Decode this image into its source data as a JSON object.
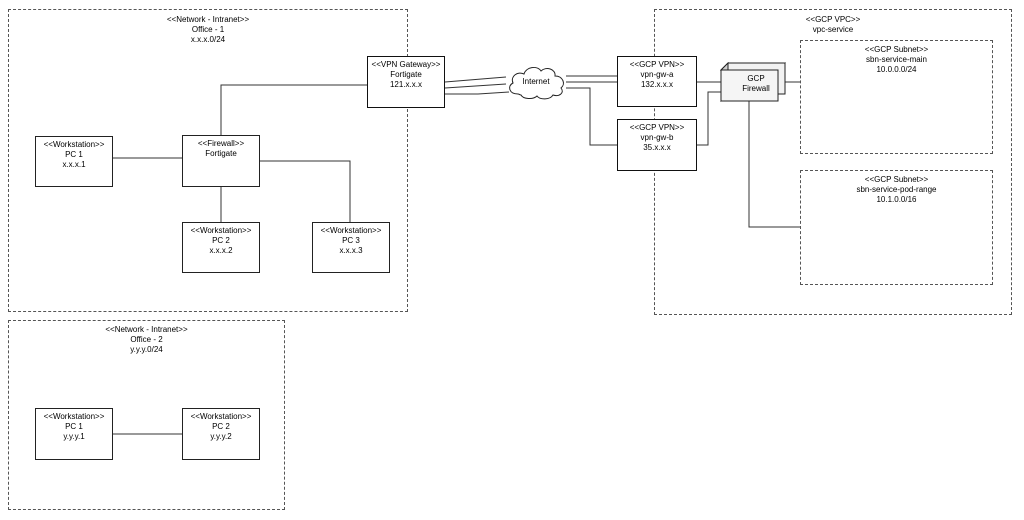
{
  "zones": {
    "office1": {
      "stereotype": "<<Network - Intranet>>",
      "name": "Office - 1",
      "cidr": "x.x.x.0/24"
    },
    "office2": {
      "stereotype": "<<Network - Intranet>>",
      "name": "Office - 2",
      "cidr": "y.y.y.0/24"
    },
    "gcp_vpc": {
      "stereotype": "<<GCP VPC>>",
      "name": "vpc-service"
    }
  },
  "nodes": {
    "vpn_gateway": {
      "stereotype": "<<VPN Gateway>>",
      "name": "Fortigate",
      "address": "121.x.x.x"
    },
    "firewall": {
      "stereotype": "<<Firewall>>",
      "name": "Fortigate"
    },
    "o1_pc1": {
      "stereotype": "<<Workstation>>",
      "name": "PC 1",
      "address": "x.x.x.1"
    },
    "o1_pc2": {
      "stereotype": "<<Workstation>>",
      "name": "PC 2",
      "address": "x.x.x.2"
    },
    "o1_pc3": {
      "stereotype": "<<Workstation>>",
      "name": "PC 3",
      "address": "x.x.x.3"
    },
    "o2_pc1": {
      "stereotype": "<<Workstation>>",
      "name": "PC 1",
      "address": "y.y.y.1"
    },
    "o2_pc2": {
      "stereotype": "<<Workstation>>",
      "name": "PC 2",
      "address": "y.y.y.2"
    },
    "internet": {
      "name": "Internet"
    },
    "gcp_vpn_a": {
      "stereotype": "<<GCP VPN>>",
      "name": "vpn-gw-a",
      "address": "132.x.x.x"
    },
    "gcp_vpn_b": {
      "stereotype": "<<GCP VPN>>",
      "name": "vpn-gw-b",
      "address": "35.x.x.x"
    },
    "gcp_firewall": {
      "name": "GCP",
      "name2": "Firewall"
    },
    "subnet_main": {
      "stereotype": "<<GCP Subnet>>",
      "name": "sbn-service-main",
      "cidr": "10.0.0.0/24"
    },
    "subnet_pod": {
      "stereotype": "<<GCP Subnet>>",
      "name": "sbn-service-pod-range",
      "cidr": "10.1.0.0/16"
    }
  },
  "colors": {
    "line": "#333333",
    "border": "#222222",
    "zone_border": "#555555"
  }
}
